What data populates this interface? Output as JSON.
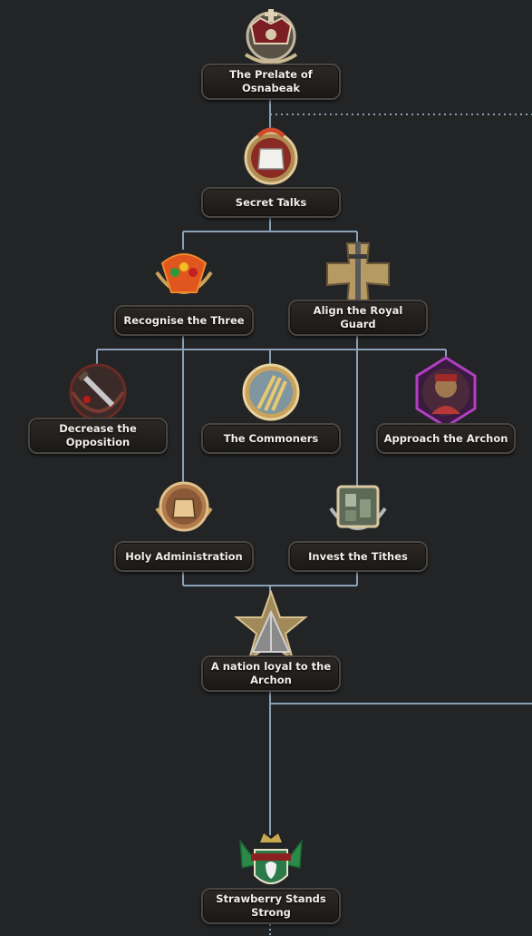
{
  "focuses": [
    {
      "id": "prelate",
      "label": "The Prelate of Osnabeak",
      "icon": "crown-wreath-icon"
    },
    {
      "id": "secret",
      "label": "Secret Talks",
      "icon": "raised-fist-icon"
    },
    {
      "id": "three",
      "label": "Recognise the Three",
      "icon": "phoenix-orbs-icon"
    },
    {
      "id": "guard",
      "label": "Align the Royal Guard",
      "icon": "sword-cross-icon"
    },
    {
      "id": "opposition",
      "label": "Decrease the Opposition",
      "icon": "bloody-dagger-icon"
    },
    {
      "id": "commoners",
      "label": "The Commoners",
      "icon": "wheat-icon"
    },
    {
      "id": "archon",
      "label": "Approach the Archon",
      "icon": "archon-portrait-icon"
    },
    {
      "id": "holy",
      "label": "Holy Administration",
      "icon": "fist-medal-icon"
    },
    {
      "id": "tithes",
      "label": "Invest the Tithes",
      "icon": "buildings-icon"
    },
    {
      "id": "loyal",
      "label": "A nation loyal to the Archon",
      "icon": "star-pyramid-icon"
    },
    {
      "id": "strawberry",
      "label": "Strawberry Stands Strong",
      "icon": "strawberry-crest-icon"
    }
  ],
  "colors": {
    "line": "#8aa0b6",
    "accent": "#c9a25b"
  }
}
